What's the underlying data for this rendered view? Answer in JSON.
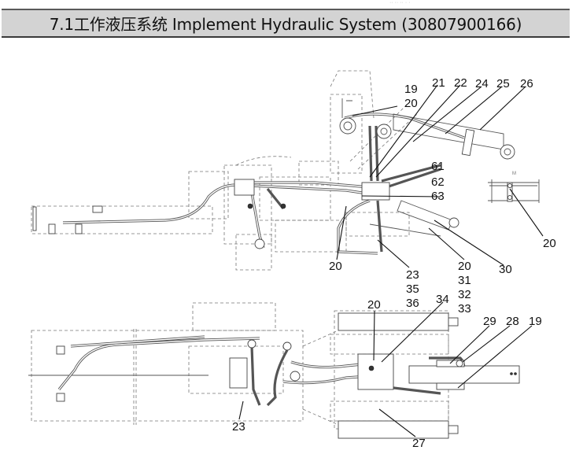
{
  "header": {
    "title": "7.1工作液压系统 Implement Hydraulic System (30807900166)",
    "top_faint_text": "·· ·· ·· · ·"
  },
  "diagram": {
    "subject": "Implement Hydraulic System",
    "part_number": "30807900166",
    "callouts": {
      "upper": {
        "c19_top": "19",
        "c20_top": "20",
        "c21": "21",
        "c22": "22",
        "c24": "24",
        "c25": "25",
        "c26": "26",
        "c61": "61",
        "c62": "62",
        "c63": "63",
        "c20_right": "20",
        "c20_left": "20",
        "c23_group": [
          "23",
          "35",
          "36"
        ],
        "c20_group": [
          "20",
          "31",
          "32",
          "33"
        ],
        "c30": "30",
        "detail_label": "M"
      },
      "lower": {
        "c20": "20",
        "c34": "34",
        "c29": "29",
        "c28": "28",
        "c19": "19",
        "c23": "23",
        "c27": "27"
      }
    }
  }
}
